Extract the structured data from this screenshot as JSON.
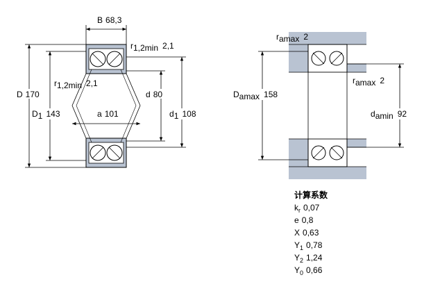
{
  "left_diagram": {
    "B": {
      "label": "B",
      "value": "68,3"
    },
    "r12_top": {
      "label": "r",
      "sub": "1,2min",
      "value": "2,1"
    },
    "r12_mid": {
      "label": "r",
      "sub": "1,2min",
      "value": "2,1"
    },
    "D": {
      "label": "D",
      "value": "170"
    },
    "D1": {
      "label": "D",
      "sub": "1",
      "value": "143"
    },
    "d": {
      "label": "d",
      "value": "80"
    },
    "d1": {
      "label": "d",
      "sub": "1",
      "value": "108"
    },
    "a": {
      "label": "a",
      "value": "101"
    }
  },
  "right_diagram": {
    "ra_top": {
      "label": "r",
      "sub": "amax",
      "value": "2"
    },
    "ra_mid": {
      "label": "r",
      "sub": "amax",
      "value": "2"
    },
    "Da": {
      "label": "D",
      "sub": "amax",
      "value": "158"
    },
    "da": {
      "label": "d",
      "sub": "amin",
      "value": "92"
    }
  },
  "calc_factors": {
    "title": "计算系数",
    "rows": [
      {
        "label": "k",
        "sub": "r",
        "value": "0,07"
      },
      {
        "label": "e",
        "sub": "",
        "value": "0,8"
      },
      {
        "label": "X",
        "sub": "",
        "value": "0,63"
      },
      {
        "label": "Y",
        "sub": "1",
        "value": "0,78"
      },
      {
        "label": "Y",
        "sub": "2",
        "value": "1,24"
      },
      {
        "label": "Y",
        "sub": "0",
        "value": "0,66"
      }
    ]
  },
  "colors": {
    "housing": "#b9c3d2",
    "line": "#000000",
    "ball": "#ffffff"
  }
}
